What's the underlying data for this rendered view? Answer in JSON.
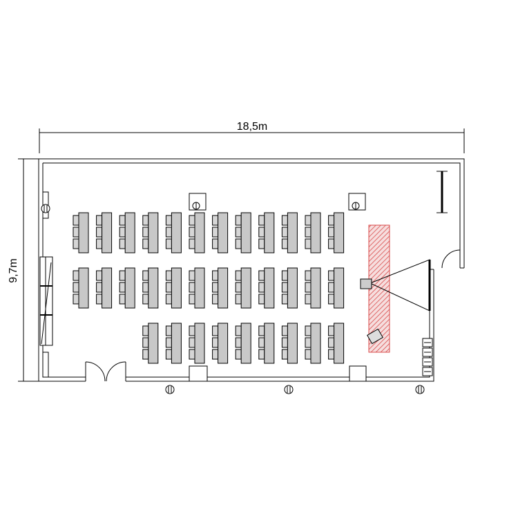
{
  "dimensions": {
    "width_label": "18,5m",
    "height_label": "9,7m"
  },
  "seating": {
    "rows": [
      {
        "name": "row-1",
        "desk_columns": 12
      },
      {
        "name": "row-2",
        "desk_columns": 12
      },
      {
        "name": "row-3",
        "desk_columns": 9
      }
    ],
    "seats_per_desk": 3
  },
  "colors": {
    "wall": "#000000",
    "desk_fill": "#c8c8c8",
    "chair_fill": "#d6d6d6",
    "stage_hatch": "#d94a4a",
    "background": "#ffffff"
  },
  "icons": [
    "outlet-icon",
    "speaker-icon",
    "projector-icon",
    "screen-icon",
    "door-icon",
    "window-icon",
    "camera-icon"
  ]
}
